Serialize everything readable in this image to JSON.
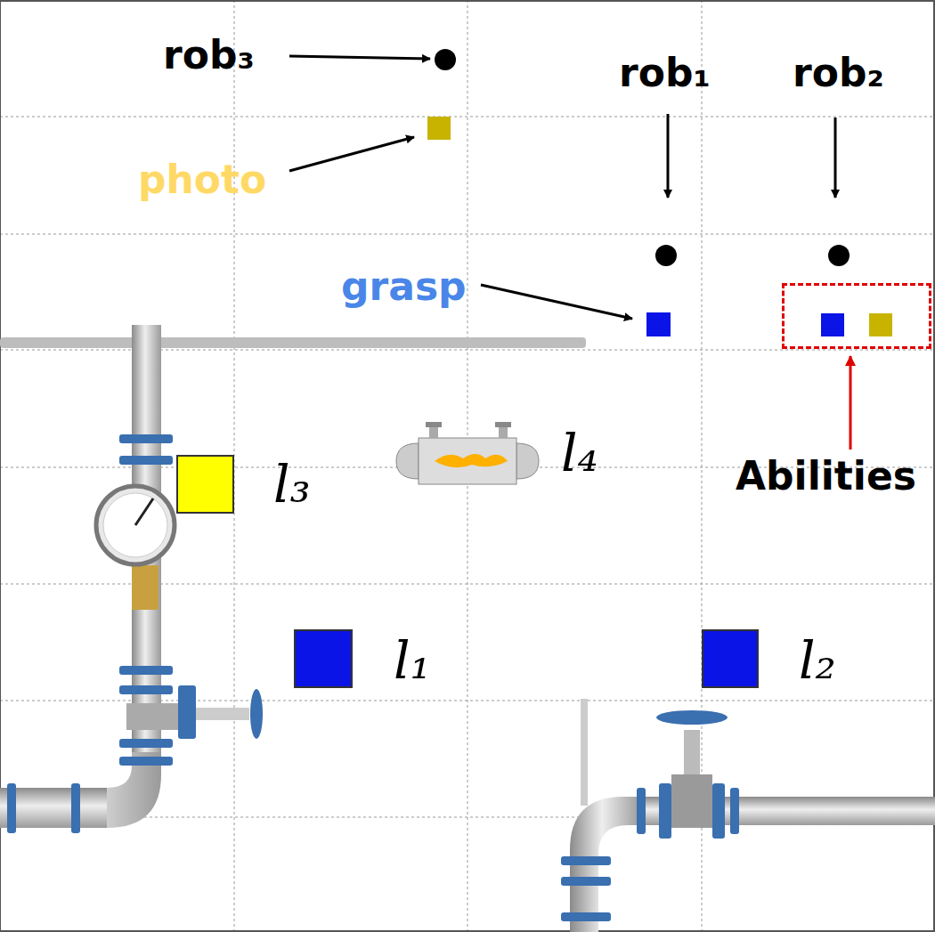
{
  "diagram": {
    "nodes": [
      {
        "text": [
          "l₃"
        ]
      },
      {
        "text": [
          "l₁"
        ]
      },
      {
        "text": [
          "l₂"
        ]
      },
      {
        "text": [
          "Abilities"
        ]
      }
    ],
    "labels": [
      "rob₃",
      "photo",
      "rob₁",
      "rob₂",
      "grasp",
      "l₄"
    ]
  }
}
